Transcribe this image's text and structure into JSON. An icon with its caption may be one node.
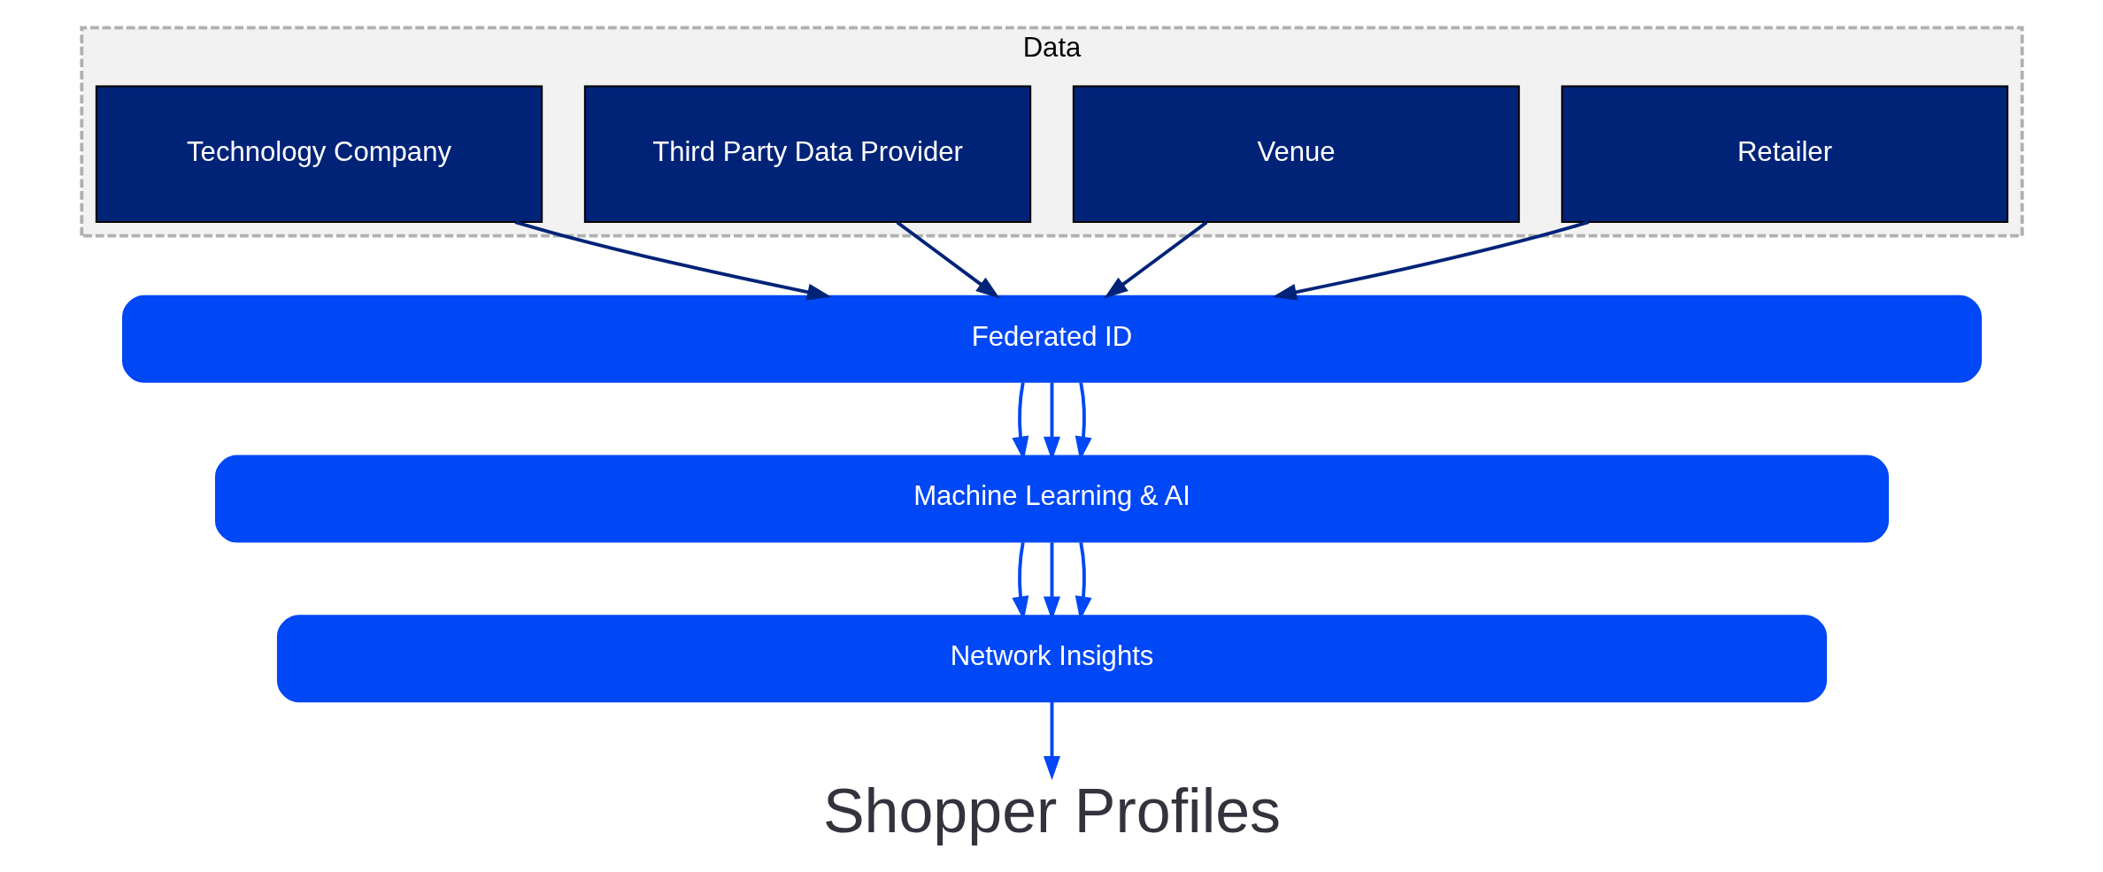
{
  "diagram": {
    "nodes": [
      {
        "text": [
          "Data"
        ]
      },
      {
        "text": [
          "Retailer"
        ],
        "in": 0
      },
      {
        "text": [
          "Venue"
        ],
        "in": 0
      },
      {
        "text": [
          "Third Party Data Provider"
        ],
        "in": 0
      },
      {
        "text": [
          "Technology Company"
        ],
        "in": 0
      },
      {
        "text": [
          "Federated ID"
        ]
      },
      {
        "text": [
          "Machine Learning & AI"
        ]
      },
      {
        "text": [
          "Network Insights"
        ]
      },
      {
        "text": [
          "Shopper Profiles"
        ]
      }
    ],
    "edges": [
      {
        "from": 1,
        "to": 5,
        "arrow": "to",
        "color": "#002378"
      },
      {
        "from": 2,
        "to": 5,
        "arrow": "to",
        "color": "#002378"
      },
      {
        "from": 3,
        "to": 5,
        "arrow": "to",
        "color": "#002378"
      },
      {
        "from": 4,
        "to": 5,
        "arrow": "to",
        "color": "#002378"
      },
      {
        "from": 5,
        "to": 6,
        "arrow": "to"
      },
      {
        "from": 5,
        "to": 6,
        "arrow": "to"
      },
      {
        "from": 5,
        "to": 6,
        "arrow": "to"
      },
      {
        "from": 6,
        "to": 7,
        "arrow": "to"
      },
      {
        "from": 6,
        "to": 7,
        "arrow": "to"
      },
      {
        "from": 6,
        "to": 7,
        "arrow": "to"
      },
      {
        "from": 7,
        "to": 8,
        "arrow": "to"
      }
    ]
  }
}
